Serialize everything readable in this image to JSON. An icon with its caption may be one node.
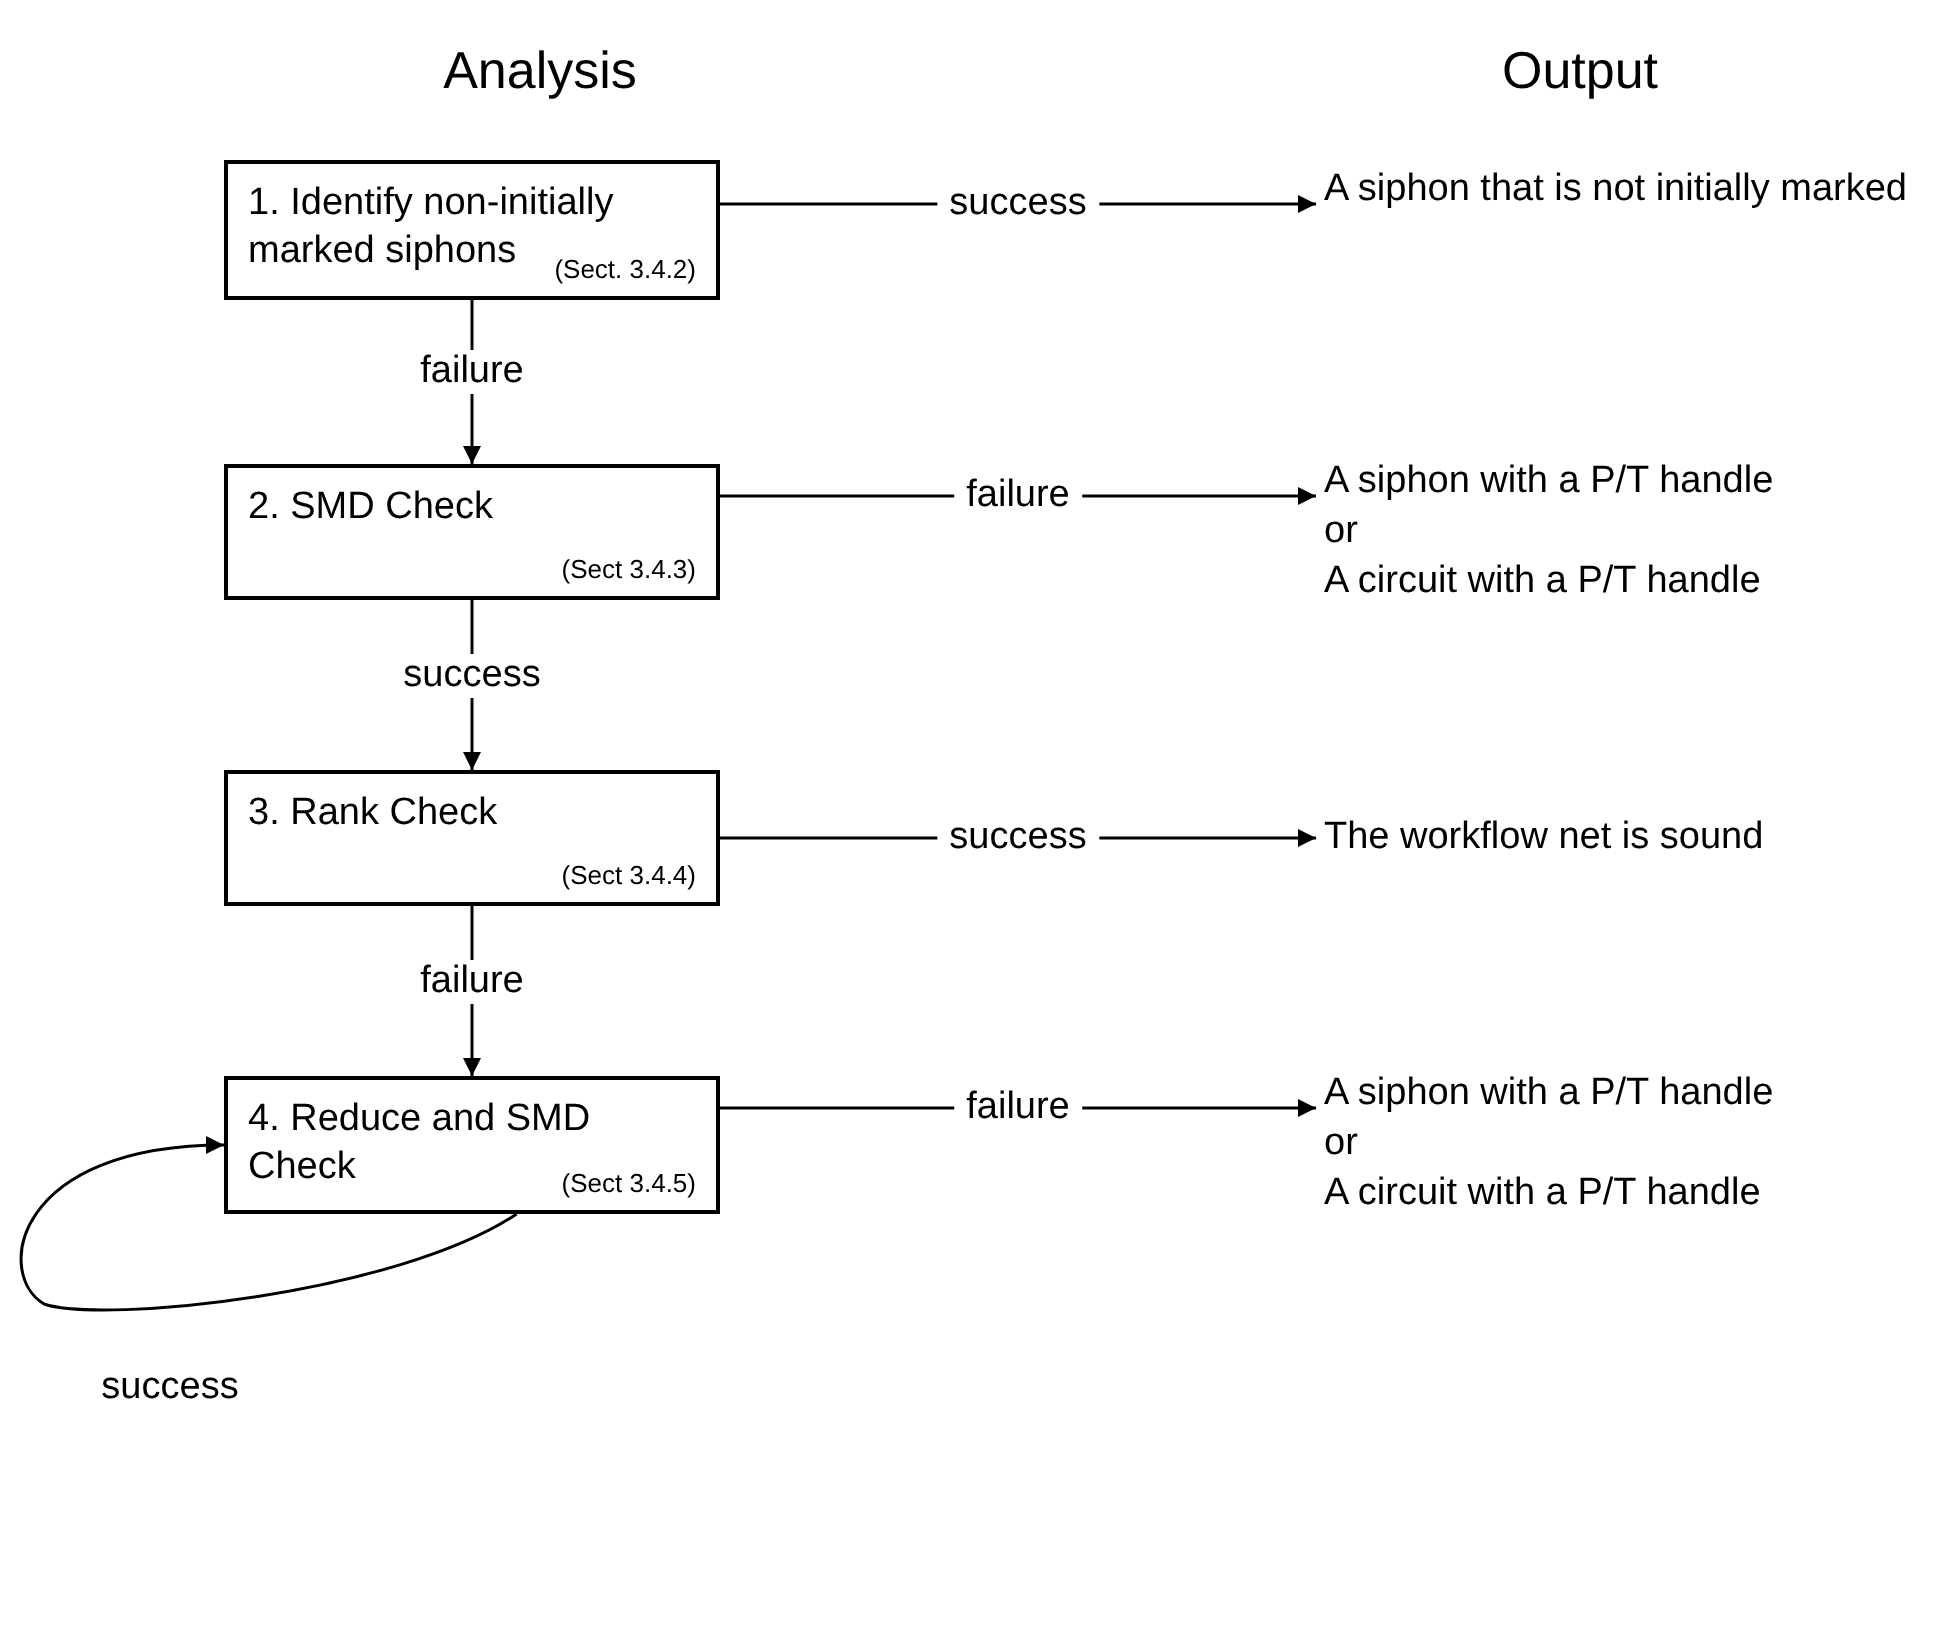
{
  "diagram": {
    "nodes": [
      {
        "text": [
          "1. Identify non-initially marked siphons",
          "(Sect. 3.4.2)"
        ]
      },
      {
        "text": [
          "A siphon that is not initially marked"
        ]
      },
      {
        "text": [
          "2. SMD Check",
          "(Sect 3.4.3)"
        ]
      },
      {
        "text": [
          "A siphon with a P/T handle",
          "or",
          "A circuit with a P/T handle"
        ]
      },
      {
        "text": [
          "3. Rank Check",
          "(Sect 3.4.4)"
        ]
      },
      {
        "text": [
          "The workflow net is sound"
        ]
      },
      {
        "text": [
          "4. Reduce and SMD Check",
          "(Sect 3.4.5)"
        ]
      },
      {
        "text": [
          "A siphon with a P/T handle",
          "or",
          "A circuit with a P/T handle"
        ]
      }
    ],
    "edges": [
      {
        "from": 0,
        "to": 1,
        "arrow": "to",
        "label": "success"
      },
      {
        "from": 0,
        "to": 2,
        "arrow": "to",
        "label": "failure"
      },
      {
        "from": 2,
        "to": 3,
        "arrow": "to",
        "label": "failure"
      },
      {
        "from": 2,
        "to": 4,
        "arrow": "to",
        "label": "success"
      },
      {
        "from": 4,
        "to": 5,
        "arrow": "to",
        "label": "success"
      },
      {
        "from": 4,
        "to": 6,
        "arrow": "to",
        "label": "failure"
      },
      {
        "from": 6,
        "to": 7,
        "arrow": "to",
        "label": "failure"
      },
      {
        "from": 6,
        "to": 6,
        "arrow": "to",
        "label": "success"
      }
    ],
    "labels": [
      "Analysis",
      "Output"
    ]
  }
}
